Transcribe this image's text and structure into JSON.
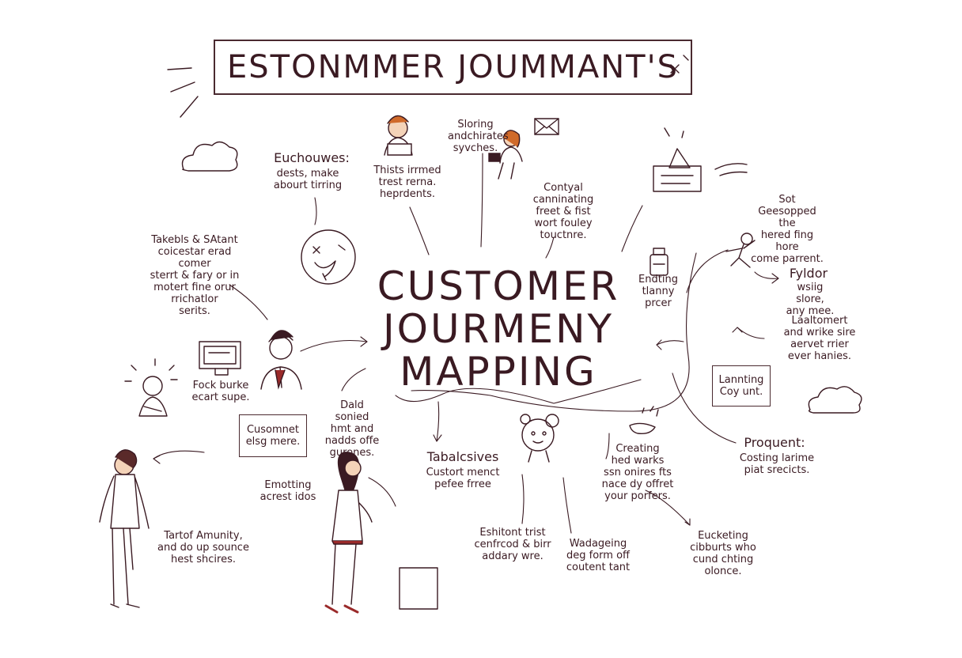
{
  "title": "ESTONMMER JOUMMANT'S",
  "center_title": "CUSTOMER\nJOURMENY\nMAPPING",
  "notes": {
    "euchouwes_head": "Euchouwes:",
    "euchouwes_body": "dests, make\nabourt tirring",
    "thists": "Thists irrmed\ntrest rerna.\nheprdents.",
    "sloring": "Sloring\nandchirates\nsyvches.",
    "contyal": "Contyal\ncanninating\nfreet & fist\nwort fouley\ntouctnre.",
    "sot": "Sot\nGeesopped the\nhered fing hore\ncome parrent.",
    "takebls": "Takebls & SAtant\ncoicestar erad comer\nsterrt & fary or in\nmotert fine orur\nrrichatlor\nserits.",
    "endting": "Endting\ntlanny prcer",
    "fyldor_head": "Fyldor",
    "fyldor_body": "wsiig slore,\nany mee.",
    "laaltomert": "Laaltomert\nand wrike sire\naervet rrier\never hanies.",
    "lanning": "Lannting\nCoy unt.",
    "fock": "Fock burke\necart supe.",
    "dald": "Dald sonied\nhmt and\nnadds offe\ngurones.",
    "cusomnet": "Cusomnet\nelsg mere.",
    "tabalcsives_head": "Tabalcsives",
    "tabalcsives_body": "Custort menct\npefee frree",
    "creating": "Creating\nhed warks\nssn onires fts\nnace dy offret\nyour porfers.",
    "proquent_head": "Proquent:",
    "proquent_body": "Costing larime\npiat srecicts.",
    "emotting": "Emotting\nacrest idos",
    "tartof": "Tartof Amunity,\nand do up sounce\nhest shcires.",
    "eshitont": "Eshitont trist\ncenfrcod & birr\naddary wre.",
    "wadageing": "Wadageing\ndeg form off\ncoutent tant",
    "eucketing": "Eucketing\ncibburts who\ncund chting\nolonce."
  },
  "colors": {
    "ink": "#3a1a22",
    "hair": "#8a4a2a",
    "skin": "#f4d3b8",
    "accent": "#9a2a2a"
  },
  "icons": [
    "cloud-icon",
    "envelope-icon",
    "paper-plane-icon",
    "monitor-icon",
    "face-icon",
    "jar-icon",
    "robot-icon",
    "speech-icon",
    "person-icon"
  ]
}
